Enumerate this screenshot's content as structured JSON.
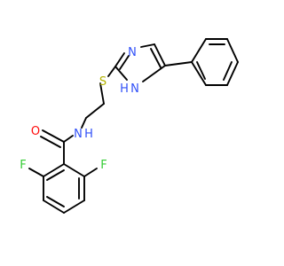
{
  "molecule": {
    "atom_labels": {
      "fluorine_top": "F",
      "fluorine_right": "F",
      "oxygen": "O",
      "amide_nitrogen": "N",
      "amide_hydrogen": "H",
      "sulfur": "S",
      "imidazole_n3": "N",
      "imidazole_n1": "N",
      "imidazole_h": "H"
    },
    "colors": {
      "bond": "#000000",
      "fluorine": "#33cc33",
      "oxygen": "#ff0d0d",
      "nitrogen": "#3050f8",
      "sulfur": "#b2b200",
      "hydrogen": "#3050f8"
    }
  }
}
